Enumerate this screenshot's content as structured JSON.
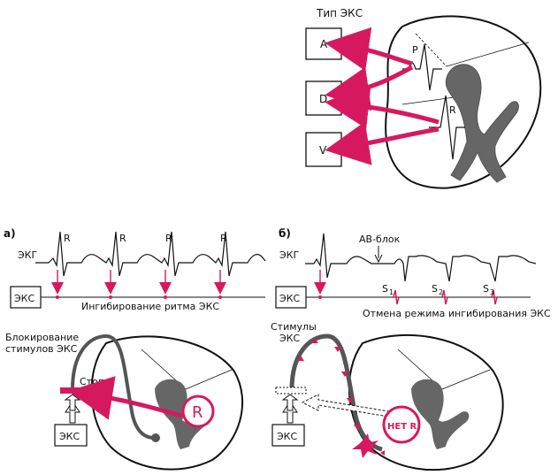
{
  "top": {
    "pacer_type_title": "Тип ЭКС",
    "box_a": "A",
    "box_d": "D",
    "box_v": "V",
    "wave_p": "P",
    "wave_r": "R"
  },
  "panel_a": {
    "tag": "а)",
    "ecg_label": "ЭКГ",
    "r_labels": [
      "R",
      "R",
      "R",
      "R"
    ],
    "pacer_box": "ЭКС",
    "inhibition_caption": "Ингибирование ритма ЭКС",
    "block_caption_1": "Блокирование",
    "block_caption_2": "стимулов ЭКС",
    "stop_label": "Стоп",
    "pacer_box_2": "ЭКС",
    "r_circle": "R"
  },
  "panel_b": {
    "tag": "б)",
    "ecg_label": "ЭКГ",
    "av_block": "АВ-блок",
    "pacer_box": "ЭКС",
    "s_labels": [
      "S",
      "S",
      "S"
    ],
    "s_subs": [
      "1",
      "2",
      "3"
    ],
    "cancel_caption": "Отмена режима ингибирования ЭКС",
    "stimuli_caption_1": "Стимулы",
    "stimuli_caption_2": "ЭКС",
    "pacer_box_2": "ЭКС",
    "no_r": "НЕТ R"
  },
  "colors": {
    "accent": "#d6195f",
    "dark_grey": "#5a5a5a",
    "line": "#111111"
  }
}
